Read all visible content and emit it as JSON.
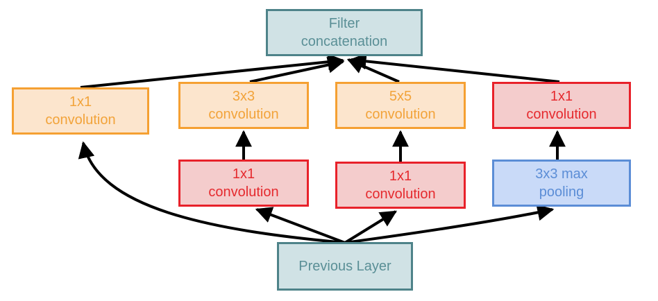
{
  "diagram": {
    "nodes": {
      "filter_concat": {
        "line1": "Filter",
        "line2": "concatenation"
      },
      "conv1x1_direct": {
        "line1": "1x1",
        "line2": "convolution"
      },
      "conv3x3": {
        "line1": "3x3",
        "line2": "convolution"
      },
      "conv5x5": {
        "line1": "5x5",
        "line2": "convolution"
      },
      "conv1x1_pool_proj": {
        "line1": "1x1",
        "line2": "convolution"
      },
      "conv1x1_reduce_3x3": {
        "line1": "1x1",
        "line2": "convolution"
      },
      "conv1x1_reduce_5x5": {
        "line1": "1x1",
        "line2": "convolution"
      },
      "maxpool3x3": {
        "line1": "3x3 max",
        "line2": "pooling"
      },
      "previous_layer": {
        "line1": "Previous Layer"
      }
    },
    "colors": {
      "teal_fill": "#d0e2e5",
      "teal_border": "#4e8389",
      "orange_fill": "#fce5cd",
      "orange_border": "#f5a032",
      "red_fill": "#f4cccc",
      "red_border": "#e8212a",
      "blue_fill": "#c9daf8",
      "blue_border": "#5b8dd6",
      "arrow": "#000000"
    }
  }
}
